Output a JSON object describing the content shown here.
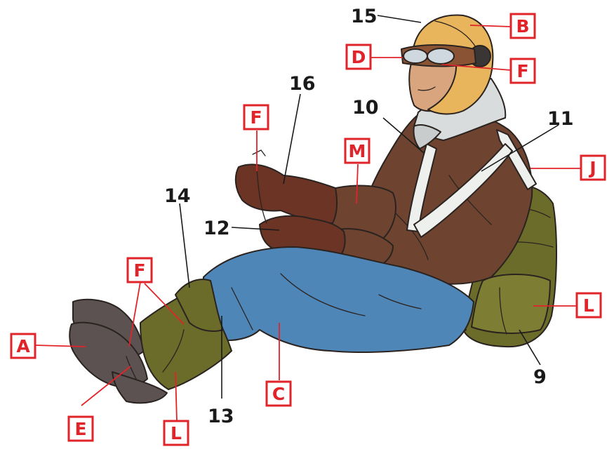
{
  "callout_numbers": {
    "n15": "15",
    "n16": "16",
    "n10": "10",
    "n11": "11",
    "n14": "14",
    "n12": "12",
    "n13": "13",
    "n9": "9"
  },
  "callout_letters": {
    "b": "B",
    "d": "D",
    "f_goggles": "F",
    "f_hand": "F",
    "m": "M",
    "j": "J",
    "f_boots": "F",
    "l_pack": "L",
    "a": "A",
    "e": "E",
    "c": "C",
    "l_boots": "L"
  },
  "colors": {
    "helmet": "#e8b45c",
    "goggles": "#8a5434",
    "lens": "#cfd8de",
    "skin": "#d9a57e",
    "collar": "#d8dcdc",
    "jacket": "#6e4330",
    "gloves": "#6b3424",
    "harness": "#eef0ee",
    "trousers": "#4f86b8",
    "pack": "#6b6c2a",
    "boot": "#5b5251",
    "callout_red": "#e0242a"
  }
}
